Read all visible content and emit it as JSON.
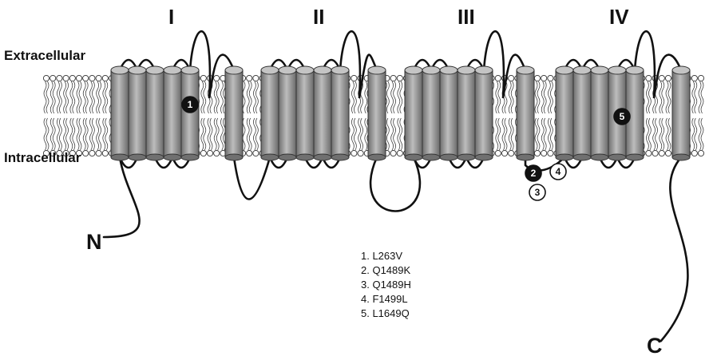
{
  "domains": [
    "I",
    "II",
    "III",
    "IV"
  ],
  "labels": {
    "extracellular": "Extracellular",
    "intracellular": "Intracellular",
    "n_terminus": "N",
    "c_terminus": "C"
  },
  "mutations": [
    {
      "number": "1",
      "name": "L263V",
      "style": "filled"
    },
    {
      "number": "2",
      "name": "Q1489K",
      "style": "filled"
    },
    {
      "number": "3",
      "name": "Q1489H",
      "style": "open"
    },
    {
      "number": "4",
      "name": "F1499L",
      "style": "open"
    },
    {
      "number": "5",
      "name": "L1649Q",
      "style": "filled"
    }
  ],
  "legend": [
    "1. L263V",
    "2. Q1489K",
    "3. Q1489H",
    "4. F1499L",
    "5. L1649Q"
  ],
  "colors": {
    "helix": "#9a9a9a",
    "helix_top": "#c4c4c4",
    "line": "#111111",
    "marker_filled": "#111111",
    "marker_open": "#ffffff"
  }
}
